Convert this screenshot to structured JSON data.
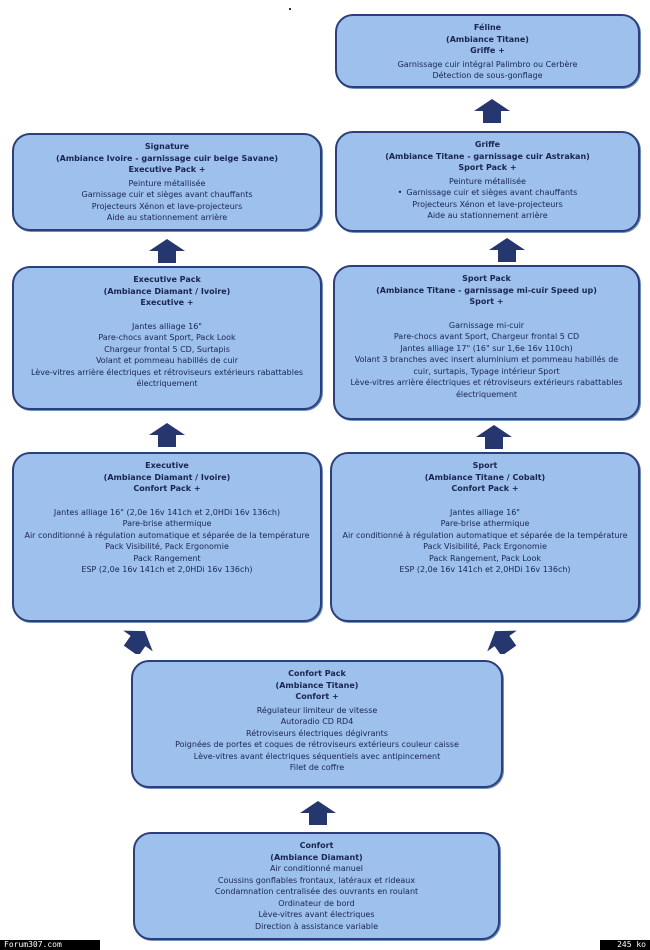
{
  "boxes": {
    "feline": {
      "title": "Féline",
      "subtitle": "(Ambiance Titane)",
      "pack": "Griffe +",
      "features": [
        "Garnissage cuir intégral Palimbro ou Cerbère",
        "Détection de sous-gonflage"
      ]
    },
    "griffe": {
      "title": "Griffe",
      "subtitle": "(Ambiance Titane - garnissage cuir Astrakan)",
      "pack": "Sport Pack +",
      "features": [
        "Peinture métallisée",
        "Garnissage cuir et sièges avant chauffants",
        "Projecteurs Xénon et lave-projecteurs",
        "Aide au stationnement arrière"
      ]
    },
    "signature": {
      "title": "Signature",
      "subtitle": "(Ambiance Ivoire - garnissage cuir beige Savane)",
      "pack": "Executive Pack +",
      "features": [
        "Peinture métallisée",
        "Garnissage cuir et sièges avant chauffants",
        "Projecteurs Xénon et lave-projecteurs",
        "Aide au stationnement arrière"
      ]
    },
    "executive_pack": {
      "title": "Executive Pack",
      "subtitle": "(Ambiance Diamant / Ivoire)",
      "pack": "Executive +",
      "features": [
        "Jantes alliage 16\"",
        "Pare-chocs avant Sport,  Pack Look",
        "Chargeur frontal 5 CD, Surtapis",
        "Volant et pommeau habillés de cuir",
        "Lève-vitres arrière électriques et rétroviseurs extérieurs rabattables électriquement"
      ]
    },
    "sport_pack": {
      "title": "Sport Pack",
      "subtitle": "(Ambiance Titane - garnissage mi-cuir Speed up)",
      "pack": "Sport +",
      "features": [
        "Garnissage mi-cuir",
        "Pare-chocs avant Sport, Chargeur frontal 5 CD",
        "Jantes alliage 17\" (16\" sur 1,6e 16v 110ch)",
        "Volant 3 branches avec insert aluminium et pommeau habillés de cuir, surtapis, Typage intérieur Sport",
        "Lève-vitres arrière électriques et rétroviseurs extérieurs rabattables électriquement"
      ]
    },
    "executive": {
      "title": "Executive",
      "subtitle": "(Ambiance Diamant / Ivoire)",
      "pack": "Confort Pack +",
      "features": [
        "Jantes alliage 16\" (2,0e 16v 141ch et 2,0HDi 16v 136ch)",
        "Pare-brise athermique",
        "Air conditionné à régulation automatique et séparée de la température",
        "Pack Visibilité, Pack Ergonomie",
        "Pack Rangement",
        "ESP (2,0e 16v 141ch et 2,0HDi 16v 136ch)"
      ]
    },
    "sport": {
      "title": "Sport",
      "subtitle": "(Ambiance Titane / Cobalt)",
      "pack": "Confort Pack +",
      "features": [
        "Jantes alliage 16\"",
        "Pare-brise athermique",
        "Air conditionné à régulation automatique et séparée de la température",
        "Pack Visibilité, Pack Ergonomie",
        "Pack Rangement, Pack Look",
        "ESP (2,0e 16v 141ch et 2,0HDi 16v 136ch)"
      ]
    },
    "confort_pack": {
      "title": "Confort Pack",
      "subtitle": "(Ambiance Titane)",
      "pack": "Confort +",
      "features": [
        "Régulateur limiteur de vitesse",
        "Autoradio CD RD4",
        "Rétroviseurs électriques dégivrants",
        "Poignées de portes et coques de rétroviseurs extérieurs couleur caisse",
        "Lève-vitres avant électriques séquentiels avec antipincement",
        "Filet de coffre"
      ]
    },
    "confort": {
      "title": "Confort",
      "subtitle": "(Ambiance Diamant)",
      "features": [
        "Air conditionné manuel",
        "Coussins gonflables frontaux, latéraux et rideaux",
        "Condamnation centralisée des ouvrants en roulant",
        "Ordinateur de bord",
        "Lève-vitres avant électriques",
        "Direction à assistance variable"
      ]
    }
  },
  "footer": {
    "left": "Forum307.com",
    "right": "245 ko"
  },
  "colors": {
    "box_fill": "#9dc0ec",
    "box_border": "#2c3f7a",
    "arrow": "#26366e"
  }
}
